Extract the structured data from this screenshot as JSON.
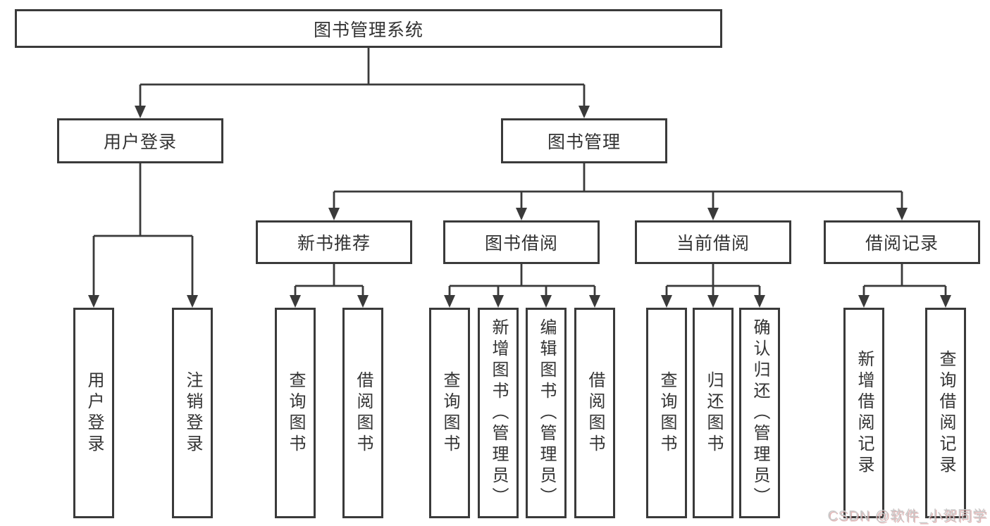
{
  "diagram": {
    "root": {
      "label": "图书管理系统"
    },
    "branches": [
      {
        "label": "用户登录",
        "children": [
          {
            "label": "用户登录"
          },
          {
            "label": "注销登录"
          }
        ]
      },
      {
        "label": "图书管理",
        "sections": [
          {
            "label": "新书推荐",
            "children": [
              {
                "label": "查询图书"
              },
              {
                "label": "借阅图书"
              }
            ]
          },
          {
            "label": "图书借阅",
            "children": [
              {
                "label": "查询图书"
              },
              {
                "label": "新增图书（管理员）"
              },
              {
                "label": "编辑图书（管理员）"
              },
              {
                "label": "借阅图书"
              }
            ]
          },
          {
            "label": "当前借阅",
            "children": [
              {
                "label": "查询图书"
              },
              {
                "label": "归还图书"
              },
              {
                "label": "确认归还（管理员）"
              }
            ]
          },
          {
            "label": "借阅记录",
            "children": [
              {
                "label": "新增借阅记录"
              },
              {
                "label": "查询借阅记录"
              }
            ]
          }
        ]
      }
    ]
  },
  "watermark": {
    "text": "CSDN @软件_小贺同学"
  },
  "colors": {
    "line": "#3a3a3a",
    "box_border": "#3a3a3a",
    "text": "#333333",
    "background": "#ffffff",
    "watermark_text": "#c9c9c9",
    "watermark_shadow": "#c97b7b"
  }
}
